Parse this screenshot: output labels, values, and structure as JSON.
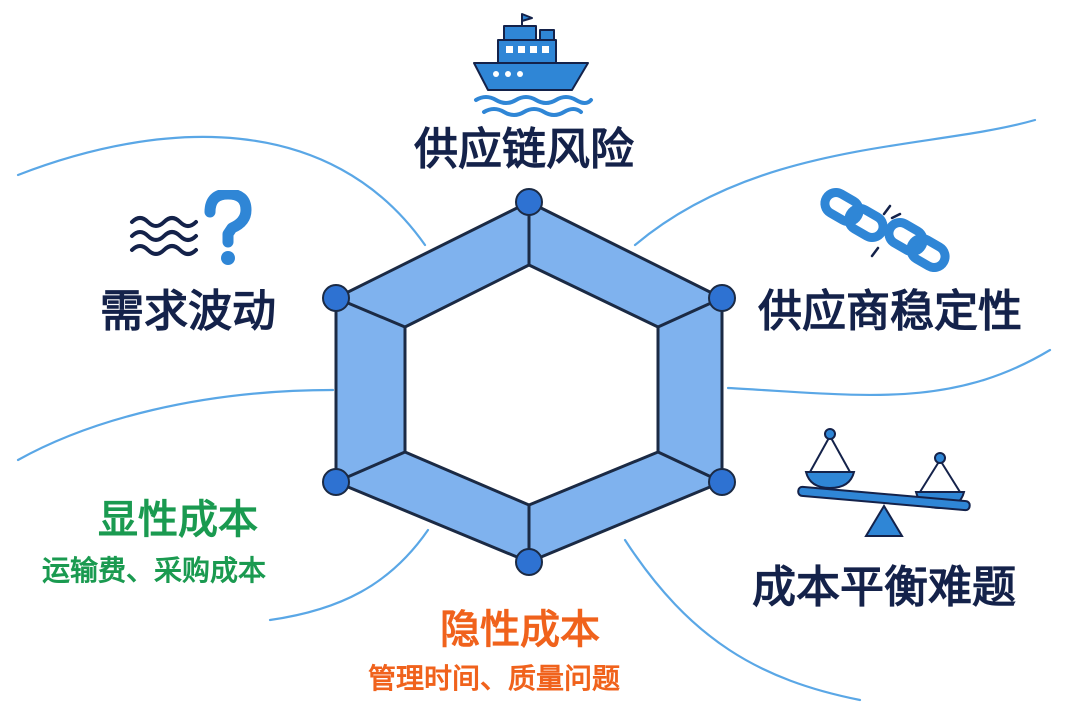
{
  "labels": {
    "supply_chain_risk": "供应链风险",
    "demand_fluctuation": "需求波动",
    "supplier_stability": "供应商稳定性",
    "cost_balance_challenge": "成本平衡难题",
    "explicit_cost": {
      "title": "显性成本",
      "subtitle": "运输费、采购成本"
    },
    "hidden_cost": {
      "title": "隐性成本",
      "subtitle": "管理时间、质量问题"
    }
  },
  "icons": {
    "top": "ship-icon",
    "top_left": "waves-question-icon",
    "top_right": "broken-chain-icon",
    "bottom_right": "balance-scale-icon"
  },
  "colors": {
    "hexagon_fill": "#7fb2ee",
    "hexagon_stroke": "#1b2a44",
    "node_fill": "#2e72d2",
    "connector_line": "#5aa7e6",
    "icon_blue": "#2f86d6",
    "dark_text": "#14224a",
    "explicit_cost_text": "#1a9a50",
    "hidden_cost_text": "#f0621c"
  }
}
